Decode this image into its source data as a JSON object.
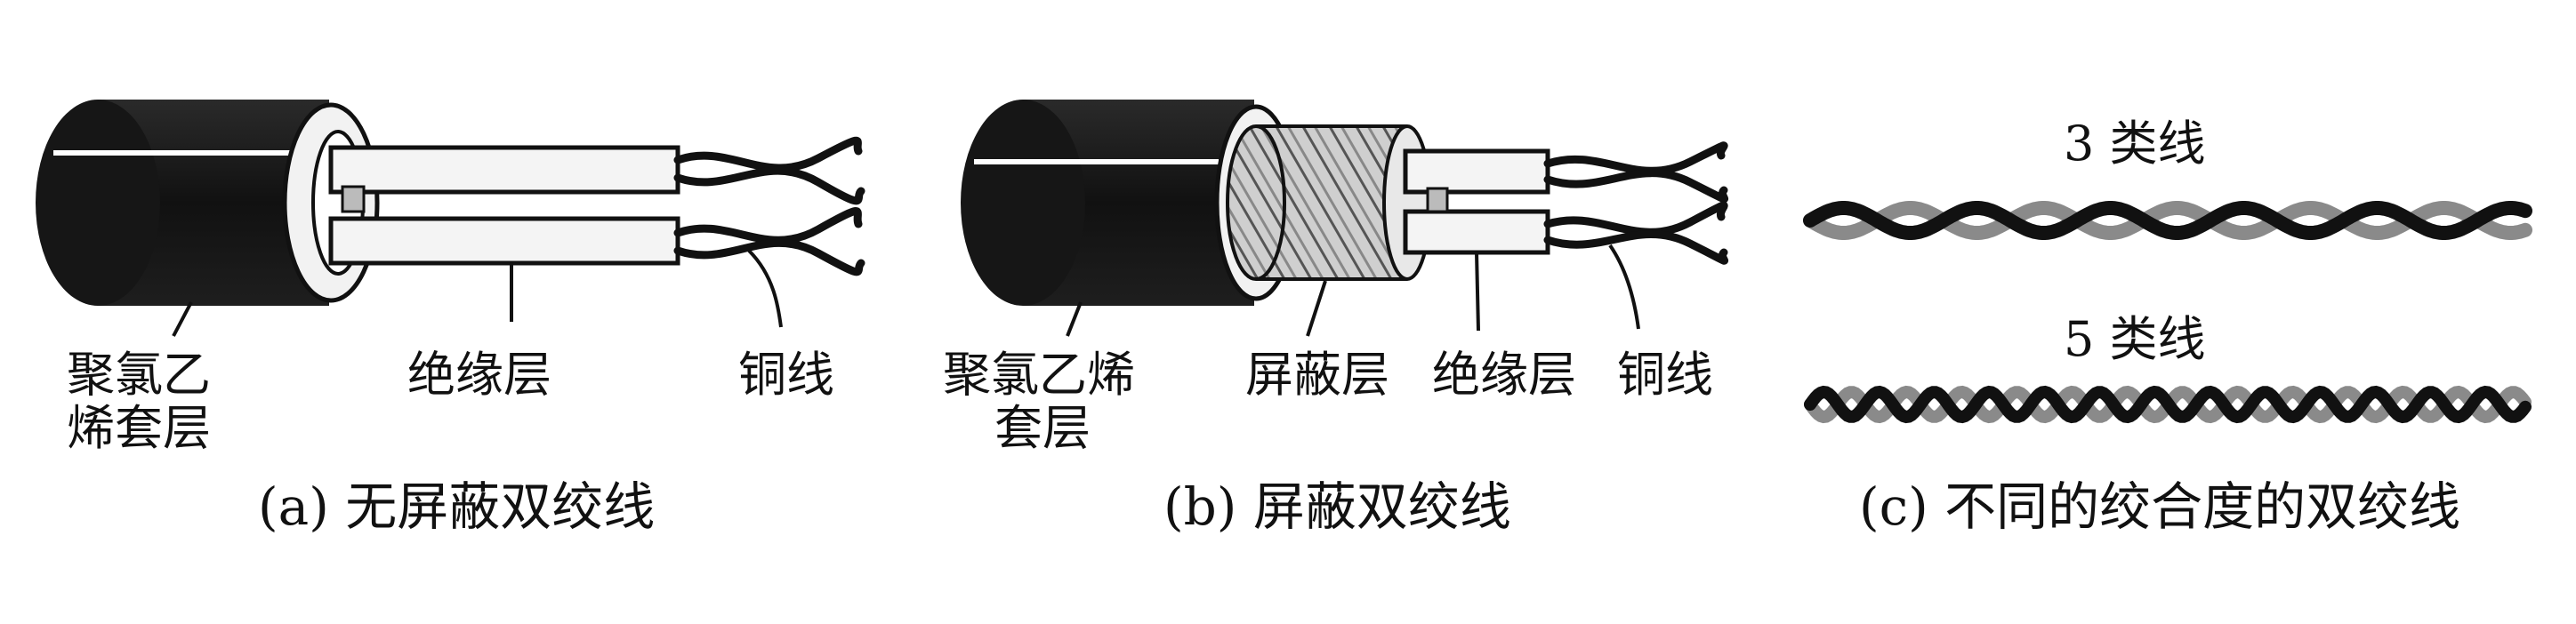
{
  "panel_a": {
    "caption": "(a) 无屏蔽双绞线",
    "label_jacket_line1": "聚氯乙",
    "label_jacket_line2": "烯套层",
    "label_insulation": "绝缘层",
    "label_copper": "铜线"
  },
  "panel_b": {
    "caption": "(b) 屏蔽双绞线",
    "label_jacket_line1": "聚氯乙烯",
    "label_jacket_line2": "套层",
    "label_shield": "屏蔽层",
    "label_insulation": "绝缘层",
    "label_copper": "铜线"
  },
  "panel_c": {
    "caption": "(c) 不同的绞合度的双绞线",
    "label_cat3": "3 类线",
    "label_cat5": "5 类线"
  },
  "colors": {
    "ink": "#111111",
    "jacket": "#161616",
    "sheath": "#e8e8e8",
    "braid": "#9a9a9a"
  }
}
